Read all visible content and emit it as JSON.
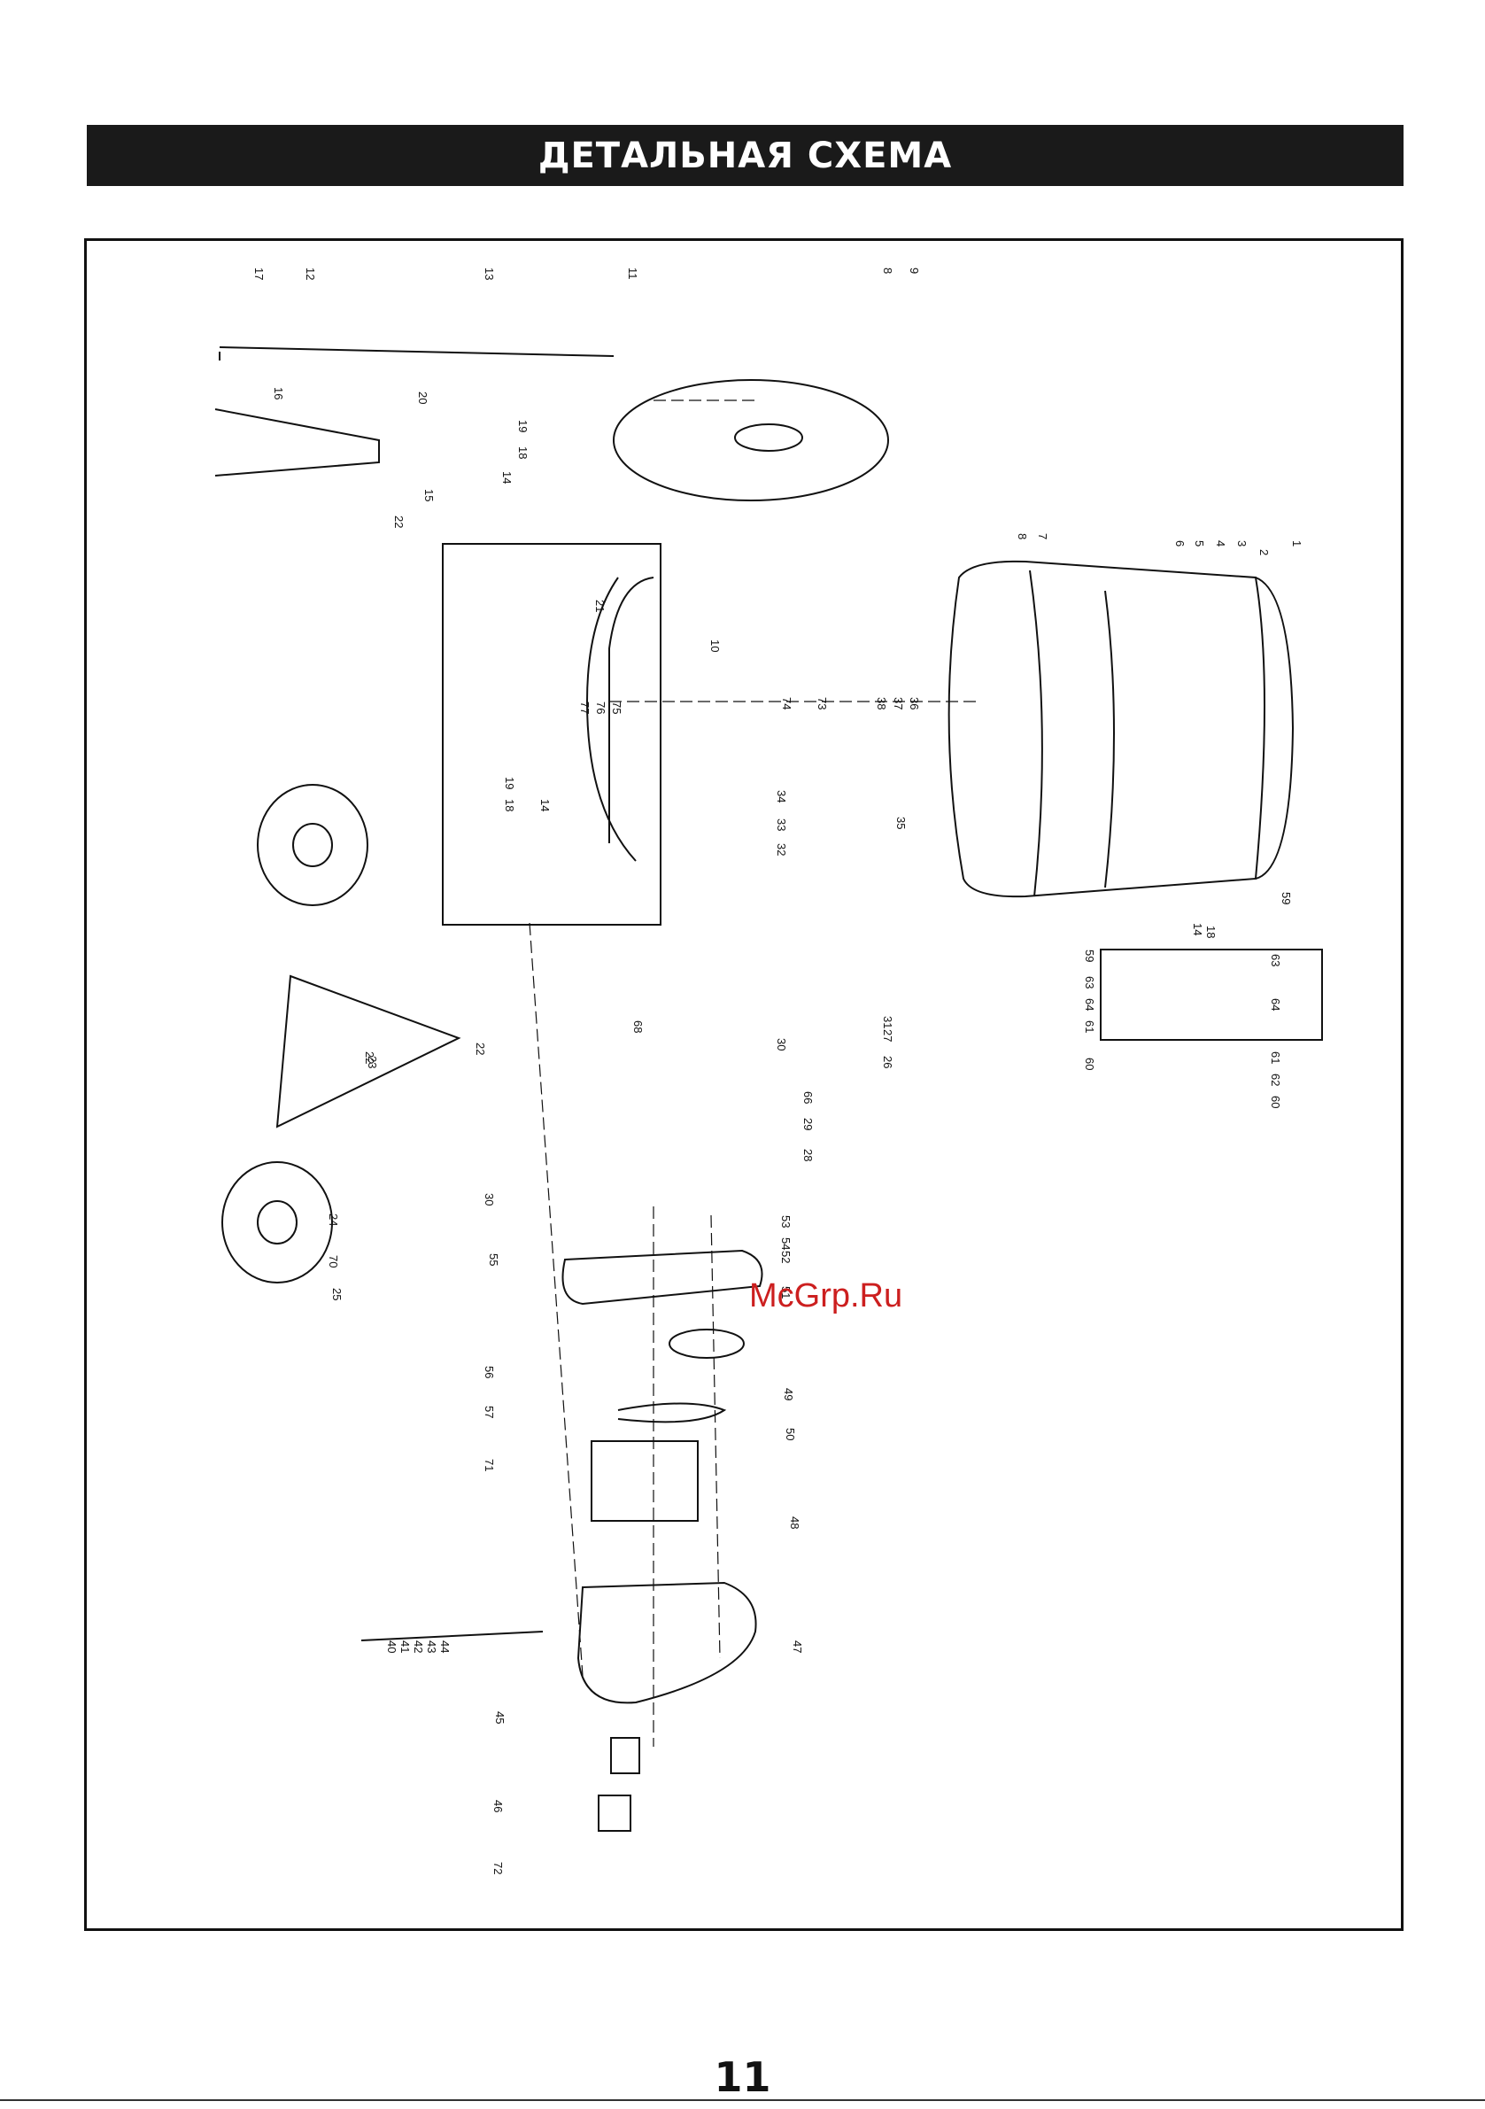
{
  "header": {
    "title": "ДЕТАЛЬНАЯ СХЕМА"
  },
  "page": {
    "number": "11"
  },
  "watermark": {
    "text": "McGrp.Ru",
    "color": "#cc1f1f"
  },
  "colors": {
    "ink": "#111111",
    "title_bar": "#1a1a1a"
  },
  "diagram": {
    "part_labels": [
      "1",
      "2",
      "3",
      "4",
      "5",
      "6",
      "7",
      "8",
      "8",
      "9",
      "10",
      "11",
      "12",
      "13",
      "14",
      "14",
      "14",
      "15",
      "16",
      "17",
      "18",
      "18",
      "18",
      "19",
      "19",
      "20",
      "21",
      "22",
      "22",
      "22",
      "23",
      "24",
      "25",
      "26",
      "27",
      "28",
      "29",
      "30",
      "30",
      "31",
      "32",
      "33",
      "34",
      "35",
      "36",
      "37",
      "38",
      "40",
      "41",
      "42",
      "43",
      "44",
      "45",
      "46",
      "47",
      "48",
      "49",
      "50",
      "51",
      "52",
      "53",
      "54",
      "55",
      "56",
      "57",
      "59",
      "59",
      "60",
      "60",
      "61",
      "61",
      "62",
      "63",
      "63",
      "64",
      "64",
      "66",
      "68",
      "70",
      "71",
      "72",
      "73",
      "74",
      "75",
      "76",
      "77"
    ]
  }
}
